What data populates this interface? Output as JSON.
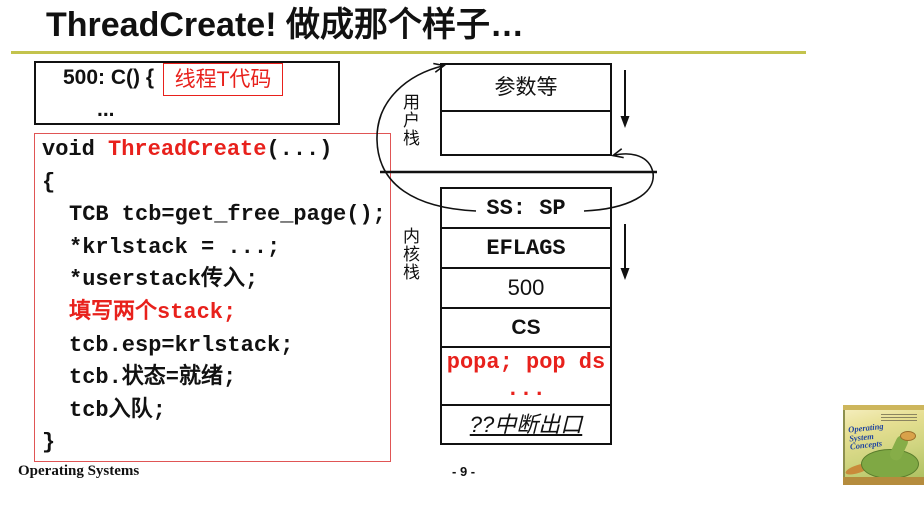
{
  "slide": {
    "title": "ThreadCreate! 做成那个样子…"
  },
  "colors": {
    "accent_line": "#c3c34d",
    "highlight_red": "#e8211c",
    "frame_red": "#e05555"
  },
  "caller": {
    "signature": "500: C() {",
    "tag": "线程T代码",
    "ellipsis": "..."
  },
  "code": {
    "keyword": "void ",
    "function_name": "ThreadCreate",
    "params": "(...)",
    "open_brace": "{",
    "body": [
      "TCB tcb=get_free_page();",
      "*krlstack = ...;",
      "*userstack传入;",
      "填写两个stack;",
      "tcb.esp=krlstack;",
      "tcb.状态=就绪;",
      "tcb入队;"
    ],
    "close_brace": "}"
  },
  "stacks": {
    "user": {
      "label": "用户栈",
      "cells": [
        "参数等",
        ""
      ]
    },
    "kernel": {
      "label": "内核栈",
      "cells": [
        [
          "SS: SP"
        ],
        [
          "EFLAGS"
        ],
        [
          "500"
        ],
        [
          "CS"
        ],
        [
          "popa; pop ds",
          "..."
        ],
        [
          "??中断出口"
        ]
      ]
    }
  },
  "footer": {
    "course": "Operating Systems",
    "page": "- 9 -"
  },
  "book_cover": {
    "title": "Operating System Concepts"
  }
}
